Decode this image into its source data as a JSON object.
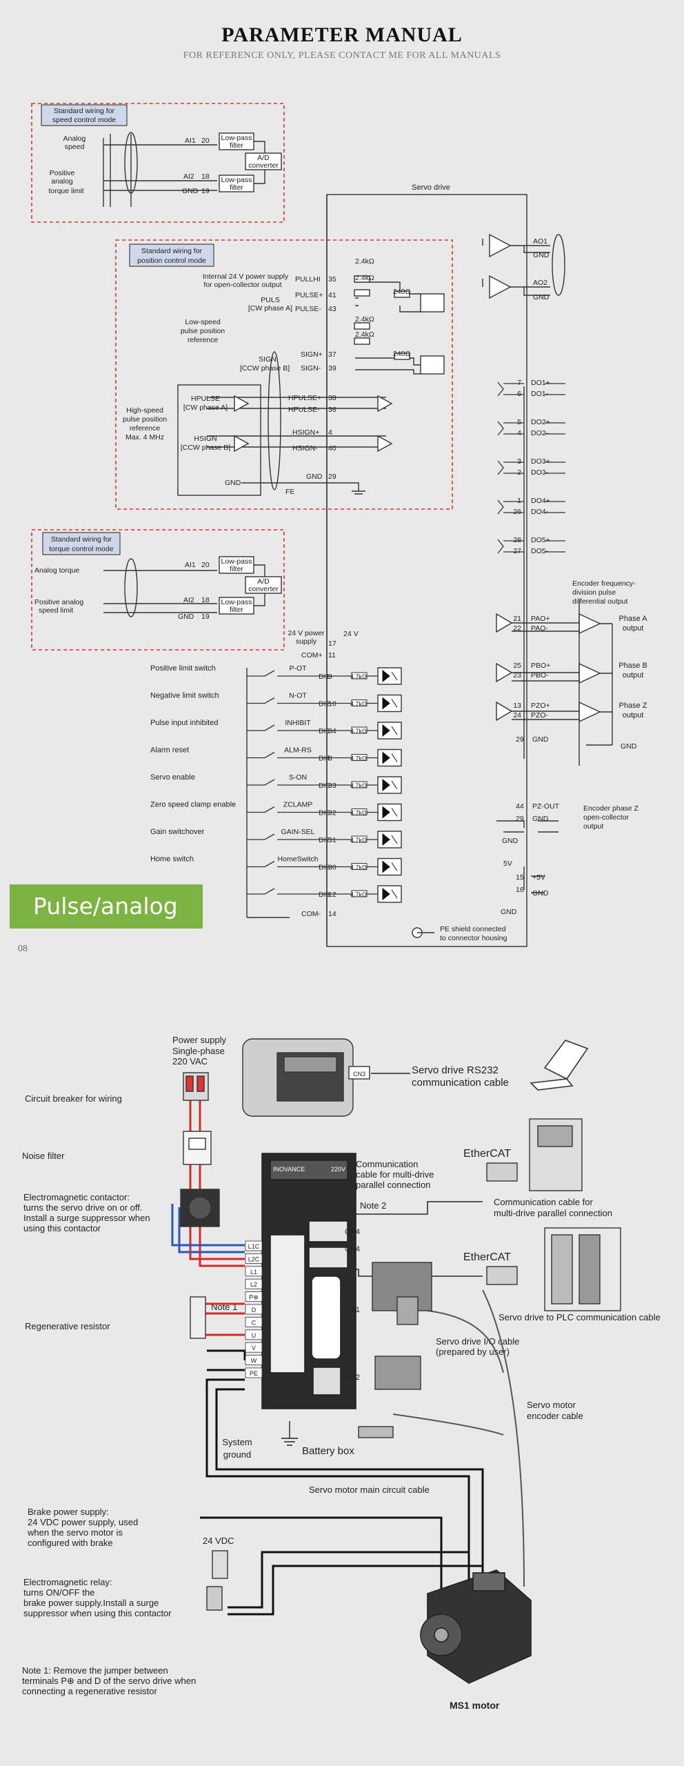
{
  "header": {
    "title": "PARAMETER MANUAL",
    "subtitle": "FOR REFERENCE ONLY, PLEASE CONTACT ME FOR ALL MANUALS"
  },
  "page_number": "08",
  "badge": "Pulse/analog",
  "wiring": {
    "speed_box": {
      "title": [
        "Standard wiring for",
        "speed control mode"
      ],
      "analog_speed": [
        "Analog",
        "speed"
      ],
      "torque_limit": [
        "Positive",
        "analog",
        "torque limit"
      ],
      "ai1": "AI1",
      "p20": "20",
      "ai2": "AI2",
      "p18": "18",
      "gnd": "GND",
      "p19": "19",
      "lpf": [
        "Low-pass",
        "filter"
      ],
      "adc": [
        "A/D",
        "converter"
      ]
    },
    "position_box": {
      "title": [
        "Standard wiring for",
        "position control mode"
      ],
      "internal": [
        "Internal 24 V power supply",
        "for open-collector output"
      ],
      "pullhi": "PULLHI",
      "p35": "35",
      "low_speed": [
        "Low-speed",
        "pulse position",
        "reference"
      ],
      "puls_label": [
        "PULS",
        "[CW phase A]"
      ],
      "pulse_plus": "PULSE+",
      "p41": "41",
      "pulse_minus": "PULSE-",
      "p43": "43",
      "sign_label": [
        "SIGN",
        "[CCW phase B]"
      ],
      "sign_plus": "SIGN+",
      "p37": "37",
      "sign_minus": "SIGN-",
      "p39": "39",
      "high_speed": [
        "High-speed",
        "pulse position",
        "reference",
        "Max. 4 MHz"
      ],
      "hpulse_label": [
        "HPULSE",
        "[CW phase A]"
      ],
      "hpulse_plus": "HPULSE+",
      "p38": "38",
      "hpulse_minus": "HPULSE-",
      "p36": "36",
      "hsign_label": [
        "HSIGN",
        "[CCW phase B]"
      ],
      "hsign_plus": "HSIGN+",
      "p4": "4",
      "hsign_minus": "HSIGN-",
      "p40": "40",
      "gnd": "GND",
      "p29": "29",
      "fe": "FE",
      "r24k": "2.4kΩ",
      "r240": "240Ω"
    },
    "torque_box": {
      "title": [
        "Standard wiring for",
        "torque control mode"
      ],
      "analog_torque": "Analog torque",
      "speed_limit": [
        "Positive analog",
        "speed limit"
      ],
      "ai1": "AI1",
      "p20": "20",
      "ai2": "AI2",
      "p18": "18",
      "gnd": "GND",
      "p19": "19",
      "lpf": [
        "Low-pass",
        "filter"
      ],
      "adc": [
        "A/D",
        "converter"
      ]
    },
    "servo_drive": "Servo drive",
    "supply": [
      "24 V power",
      "supply"
    ],
    "p17": "17",
    "v24": "24 V",
    "com_plus": "COM+",
    "p11": "11",
    "inputs": [
      {
        "label": "Positive limit switch",
        "signal": "P-OT",
        "di": "DI1",
        "pin": "9"
      },
      {
        "label": "Negative limit switch",
        "signal": "N-OT",
        "di": "DI2",
        "pin": "10"
      },
      {
        "label": "Pulse input inhibited",
        "signal": "INHIBIT",
        "di": "DI3",
        "pin": "34"
      },
      {
        "label": "Alarm reset",
        "signal": "ALM-RS",
        "di": "DI4",
        "pin": "8"
      },
      {
        "label": "Servo enable",
        "signal": "S-ON",
        "di": "DI5",
        "pin": "33"
      },
      {
        "label": "Zero speed clamp enable",
        "signal": "ZCLAMP",
        "di": "DI6",
        "pin": "32"
      },
      {
        "label": "Gain switchover",
        "signal": "GAIN-SEL",
        "di": "DI7",
        "pin": "31"
      },
      {
        "label": "Home switch",
        "signal": "HomeSwitch",
        "di": "DI8",
        "pin": "30"
      },
      {
        "label": "",
        "signal": "",
        "di": "DI9",
        "pin": "12"
      }
    ],
    "r47k": "4.7kΩ",
    "com_minus": "COM-",
    "p14": "14",
    "pe_shield": [
      "PE shield connected",
      "to connector housing"
    ],
    "ao": [
      {
        "name": "AO1",
        "pin_gnd": "GND"
      },
      {
        "name": "AO2",
        "pin_gnd": "GND"
      }
    ],
    "dos": [
      {
        "p1": "7",
        "s1": "DO1+",
        "p2": "6",
        "s2": "DO1-"
      },
      {
        "p1": "5",
        "s1": "DO2+",
        "p2": "4",
        "s2": "DO2-"
      },
      {
        "p1": "3",
        "s1": "DO3+",
        "p2": "2",
        "s2": "DO3-"
      },
      {
        "p1": "1",
        "s1": "DO4+",
        "p2": "26",
        "s2": "DO4-"
      },
      {
        "p1": "28",
        "s1": "DO5+",
        "p2": "27",
        "s2": "DO5-"
      }
    ],
    "encoder_div": [
      "Encoder frequency-",
      "division pulse",
      "differential output"
    ],
    "phases": [
      {
        "p1": "21",
        "s1": "PAO+",
        "p2": "22",
        "s2": "PAO-",
        "label": [
          "Phase A",
          "output"
        ]
      },
      {
        "p1": "25",
        "s1": "PBO+",
        "p2": "23",
        "s2": "PBO-",
        "label": [
          "Phase B",
          "output"
        ]
      },
      {
        "p1": "13",
        "s1": "PZO+",
        "p2": "24",
        "s2": "PZO-",
        "label": [
          "Phase Z",
          "output"
        ]
      }
    ],
    "gnd29": {
      "p": "29",
      "s": "GND",
      "right": "GND"
    },
    "pzout": {
      "p1": "44",
      "s1": "PZ-OUT",
      "p2": "29",
      "s2": "GND",
      "label": [
        "Encoder phase Z",
        "open-collector",
        "output"
      ],
      "gnd": "GND"
    },
    "p5v": {
      "top": "5V",
      "p1": "15",
      "s1": "+5V",
      "p2": "16",
      "s2": "GND",
      "gnd": "GND"
    }
  },
  "system": {
    "power_supply": [
      "Power supply",
      "Single-phase",
      "220 VAC"
    ],
    "rs232": [
      "Servo drive RS232",
      "communication cable"
    ],
    "cn3": "CN3",
    "breaker": "Circuit breaker for wiring",
    "noise": "Noise filter",
    "contactor": [
      "Electromagnetic contactor:",
      "turns the servo drive on or off.",
      "Install a surge suppressor when",
      "using this contactor"
    ],
    "comm_parallel": [
      "Communication",
      "cable for multi-drive",
      "parallel connection"
    ],
    "ethercat": "EtherCAT",
    "comm_parallel2": [
      "Communication cable for",
      "multi-drive parallel connection"
    ],
    "note2": "Note 2",
    "cn4": "CN4",
    "cn1": "CN1",
    "cn2": "CN2",
    "plc": "Servo drive to PLC communication cable",
    "note1": "Note 1",
    "regen": "Regenerative resistor",
    "io_cable": [
      "Servo drive I/O cable",
      "(prepared by user)"
    ],
    "encoder_cable": [
      "Servo motor",
      "encoder cable"
    ],
    "sys_ground": [
      "System",
      "ground"
    ],
    "battery": "Battery box",
    "main_cable": "Servo motor main circuit cable",
    "brake": [
      "Brake power supply:",
      "24 VDC power supply, used",
      "when the servo motor is",
      "configured with brake"
    ],
    "vdc": "24 VDC",
    "relay": [
      "Electromagnetic relay:",
      "turns ON/OFF the",
      "brake power supply.Install a surge",
      "suppressor when using this contactor"
    ],
    "note_bottom": [
      "Note 1: Remove the jumper between",
      "terminals P⊕ and D of the servo drive when",
      "connecting a regenerative resistor"
    ],
    "motor": "MS1 motor",
    "brand": "INOVANCE",
    "model": "220V",
    "terminals": [
      "L1C",
      "L2C",
      "L1",
      "L2",
      "P⊕",
      "D",
      "C",
      "U",
      "V",
      "W",
      "PE"
    ]
  }
}
